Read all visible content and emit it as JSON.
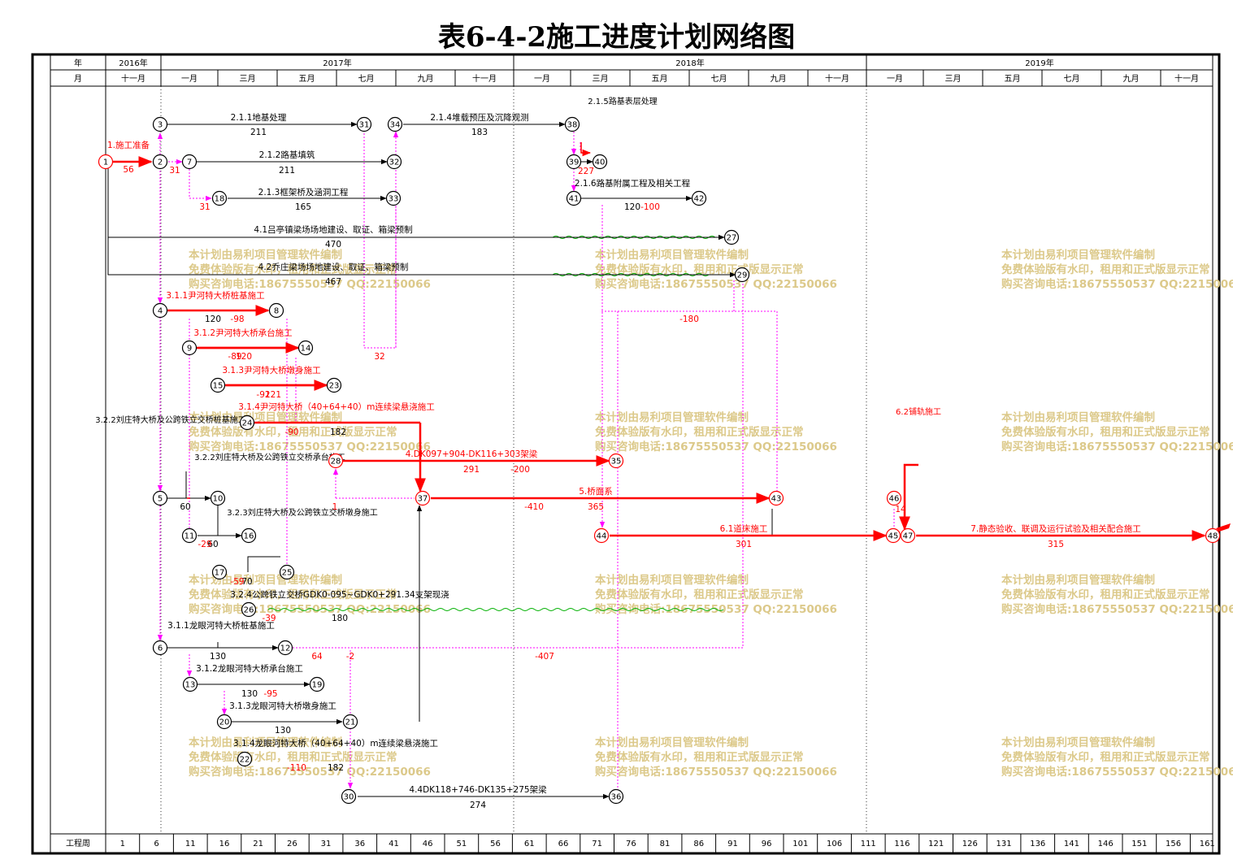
{
  "title": "表6-4-2施工进度计划网络图",
  "colors": {
    "critical": "#ff0000",
    "normal": "#000000",
    "dummy": "#ff00ff",
    "float": "#00c000",
    "watermark": "#dcc98a"
  },
  "header": {
    "year_label": "年",
    "month_label": "月",
    "years": [
      "2016年",
      "2017年",
      "2018年",
      "2019年"
    ],
    "months": [
      "十一月",
      "一月",
      "三月",
      "五月",
      "七月",
      "九月",
      "十一月",
      "一月",
      "三月",
      "五月",
      "七月",
      "九月",
      "十一月",
      "一月",
      "三月",
      "五月",
      "七月",
      "九月",
      "十一月"
    ]
  },
  "footer": {
    "label": "工程周",
    "weeks": [
      "1",
      "6",
      "11",
      "16",
      "21",
      "26",
      "31",
      "36",
      "41",
      "46",
      "51",
      "56",
      "61",
      "66",
      "71",
      "76",
      "81",
      "86",
      "91",
      "96",
      "101",
      "106",
      "111",
      "116",
      "121",
      "126",
      "131",
      "136",
      "141",
      "146",
      "151",
      "156",
      "161"
    ]
  },
  "watermark": {
    "line1": "本计划由易利项目管理软件编制",
    "line2": "免费体验版有水印，租用和正式版显示正常",
    "line3": "购买咨询电话:18675550537 QQ:22150066"
  },
  "nodes": [
    "1",
    "2",
    "3",
    "4",
    "5",
    "6",
    "7",
    "8",
    "9",
    "10",
    "11",
    "12",
    "13",
    "14",
    "15",
    "16",
    "17",
    "18",
    "19",
    "20",
    "21",
    "22",
    "23",
    "24",
    "25",
    "26",
    "27",
    "28",
    "29",
    "30",
    "31",
    "32",
    "33",
    "34",
    "35",
    "36",
    "37",
    "38",
    "39",
    "40",
    "41",
    "42",
    "43",
    "44",
    "45",
    "46",
    "47",
    "48"
  ],
  "activities": {
    "a1": "1.施工准备",
    "a1d": "56",
    "a211": "2.1.1地基处理",
    "a211d": "211",
    "a212": "2.1.2路基填筑",
    "a212d": "211",
    "a213": "2.1.3框架桥及涵洞工程",
    "a213d": "165",
    "a214": "2.1.4堆载预压及沉降观测",
    "a214d": "183",
    "a215": "2.1.5路基表层处理",
    "a215d": "227",
    "a216": "2.1.6路基附属工程及相关工程",
    "a216d": "120",
    "a41": "4.1吕亭镇梁场场地建设、取证、箱梁预制",
    "a41d": "470",
    "a42": "4.2乔庄梁场场地建设、取证、箱梁预制",
    "a42d": "467",
    "a311": "3.1.1尹河特大桥桩基施工",
    "a311d": "120",
    "a312": "3.1.2尹河特大桥承台施工",
    "a312d": "120",
    "a313": "3.1.3尹河特大桥墩身施工",
    "a313d": "121",
    "a314": "3.1.4尹河特大桥（40+64+40）m连续梁悬浇施工",
    "a314d": "182",
    "a322": "3.2.2刘庄特大桥及公跨铁立交桥桩基施工",
    "a322d": "60",
    "a322b": "3.2.2刘庄特大桥及公跨铁立交桥承台施工",
    "a322bd": "60",
    "a323": "3.2.3刘庄特大桥及公跨铁立交桥墩身施工",
    "a323d": "70",
    "a324": "3.2.4公跨铁立交桥GDK0-095~GDK0+291.34支架现浇",
    "a324d": "180",
    "a4dk1": "4.DK097+904-DK116+303架梁",
    "a4dk1d": "291",
    "a5": "5.桥面系",
    "a5d": "365",
    "a61": "6.1道床施工",
    "a61d": "301",
    "a62": "6.2铺轨施工",
    "a62d": "14",
    "a7": "7.静态验收、联调及运行试验及相关配合施工",
    "a7d": "315",
    "b311": "3.1.1龙眼河特大桥桩基施工",
    "b311d": "130",
    "b312": "3.1.2龙眼河特大桥承台施工",
    "b312d": "130",
    "b313": "3.1.3龙眼河特大桥墩身施工",
    "b313d": "130",
    "b314": "3.1.4龙眼河特大桥（40+64+40）m连续梁悬浇施工",
    "b314d": "182",
    "a4dk2": "4.4DK118+746-DK135+275架梁",
    "a4dk2d": "274"
  },
  "floats": {
    "f31a": "31",
    "f31b": "31",
    "f32": "32",
    "f1a": "1",
    "f98": "-98",
    "f89": "-89",
    "f92": "-92",
    "f90": "-90",
    "f200": "-200",
    "f410": "-410",
    "f180": "-180",
    "f29": "-29",
    "f59": "-59",
    "f39": "-39",
    "f64": "64",
    "f2": "-2",
    "f407": "-407",
    "f95": "-95",
    "f110": "-110",
    "f100": "-100"
  }
}
